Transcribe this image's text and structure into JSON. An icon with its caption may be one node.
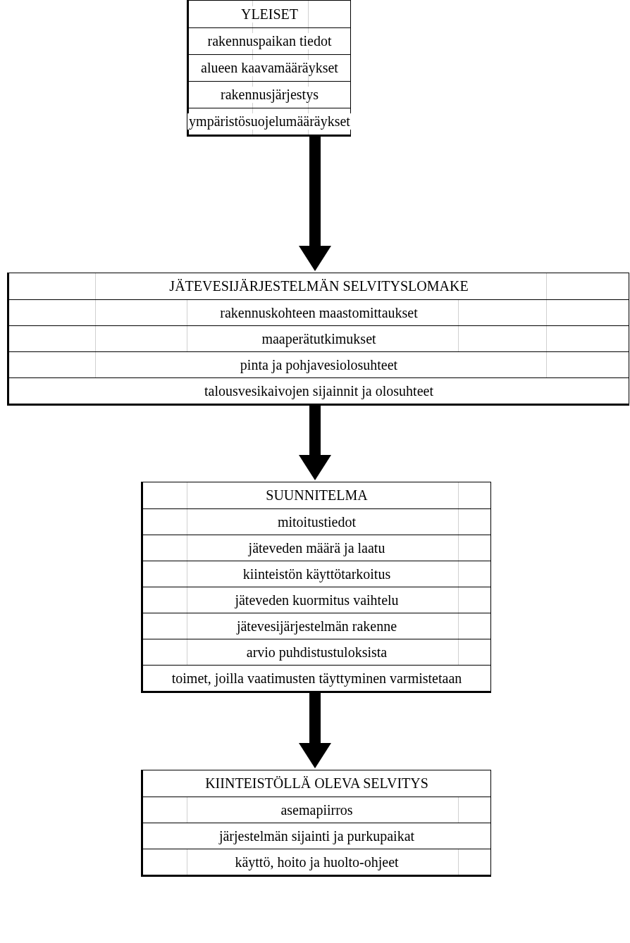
{
  "diagram": {
    "nodes": [
      {
        "text": [
          "YLEISET",
          "rakennuspaikan tiedot",
          "alueen kaavamääräykset",
          "rakennusjärjestys",
          "ympäristösuojelumääräykset"
        ]
      },
      {
        "text": [
          "JÄTEVESIJÄRJESTELMÄN SELVITYSLOMAKE",
          "rakennuskohteen maastomittaukset",
          "maaperätutkimukset",
          "pinta ja pohjavesiolosuhteet",
          "talousvesikaivojen sijainnit ja olosuhteet"
        ]
      },
      {
        "text": [
          "SUUNNITELMA",
          "mitoitustiedot",
          "jäteveden määrä ja laatu",
          "kiinteistön käyttötarkoitus",
          "jäteveden kuormitus vaihtelu",
          "jätevesijärjestelmän rakenne",
          "arvio puhdistustuloksista",
          "toimet, joilla vaatimusten täyttyminen varmistetaan"
        ]
      },
      {
        "text": [
          "KIINTEISTÖLLÄ OLEVA SELVITYS",
          "asemapiirros",
          "järjestelmän sijainti ja purkupaikat",
          "käyttö, hoito ja huolto-ohjeet"
        ]
      }
    ],
    "edges": [
      {
        "from": 0,
        "to": 1,
        "arrow": "to"
      },
      {
        "from": 1,
        "to": 2,
        "arrow": "to"
      },
      {
        "from": 2,
        "to": 3,
        "arrow": "to"
      }
    ]
  }
}
